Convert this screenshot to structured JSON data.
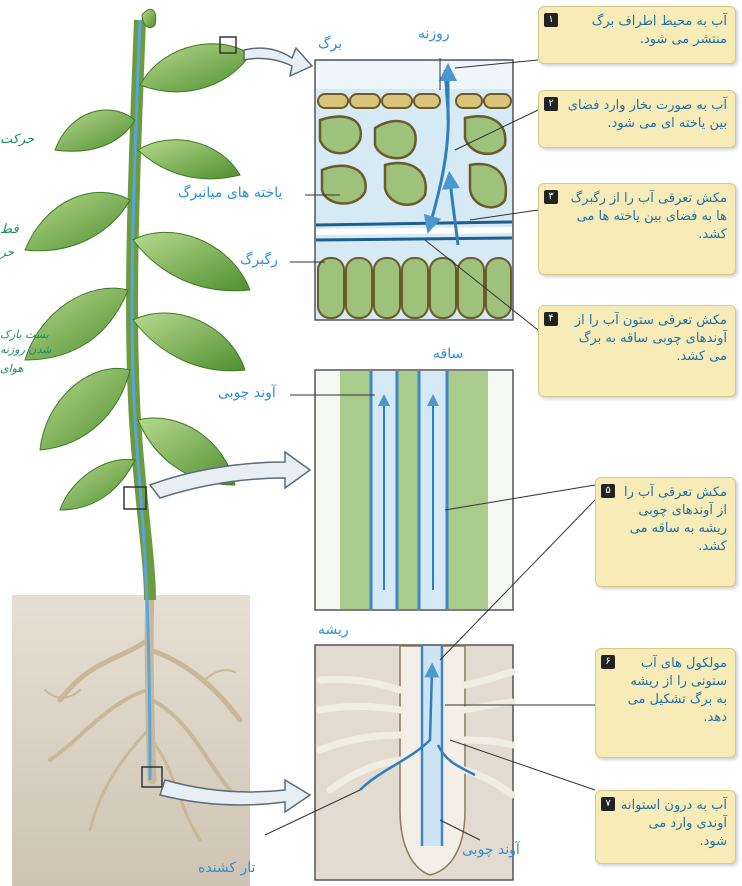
{
  "labels": {
    "leaf": "برگ",
    "stomata": "روزنه",
    "mesophyll": "یاخته های میانبرگ",
    "vein": "رگبرگ",
    "stem": "ساقه",
    "xylem_stem": "آوند چوبی",
    "root": "ریشه",
    "root_hair": "تار کشنده",
    "xylem_root": "آوند چوبی"
  },
  "notes": [
    {
      "num": "۱",
      "text": "آب به محیط اطراف برگ منتشر می شود."
    },
    {
      "num": "۲",
      "text": "آب به صورت بخار وارد فضای بین یاخته ای می شود."
    },
    {
      "num": "۳",
      "text": "مکش تعرقی آب را از رگبرگ ها به فضای بین یاخته ها می کشد."
    },
    {
      "num": "۴",
      "text": "مکش تعرقی ستون آب را از آوندهای چوبی ساقه به برگ می کشد."
    },
    {
      "num": "۵",
      "text": "مکش تعرقی آب را از آوندهای چوبی ریشه به ساقه می کشد."
    },
    {
      "num": "۶",
      "text": "مولکول های آب ستونی را از ریشه به برگ تشکیل می دهد."
    },
    {
      "num": "۷",
      "text": "آب به درون استوانه آوندی وارد می شود."
    }
  ],
  "handwriting": {
    "h1": "حرکت",
    "h2": "فط",
    "h3": "حر",
    "h4": "بست بازک",
    "h5": "شدن روزنه",
    "h6": "هوای"
  },
  "colors": {
    "note_bg": "#f7ecb8",
    "label_blue": "#2c8fd6",
    "xylem_blue": "#4d97cf",
    "leaf_green": "#6fae4a",
    "cell_green": "#9cc27b",
    "soil": "#d9d0c2"
  }
}
